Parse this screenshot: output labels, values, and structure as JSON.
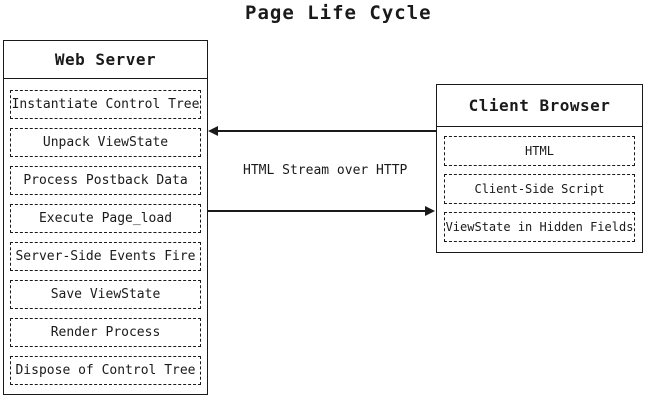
{
  "title": "Page Life Cycle",
  "colors": {
    "line": "#1a1a1a",
    "background": "#ffffff"
  },
  "web_server": {
    "title": "Web Server",
    "steps": [
      "Instantiate Control Tree",
      "Unpack ViewState",
      "Process Postback Data",
      "Execute Page_load",
      "Server-Side Events Fire",
      "Save ViewState",
      "Render Process",
      "Dispose of Control Tree"
    ]
  },
  "client_browser": {
    "title": "Client Browser",
    "items": [
      "HTML",
      "Client-Side Script",
      "ViewState in Hidden Fields"
    ]
  },
  "connection": {
    "label": "HTML Stream over HTTP",
    "arrows": [
      {
        "direction": "to-web-server"
      },
      {
        "direction": "to-client-browser"
      }
    ]
  }
}
